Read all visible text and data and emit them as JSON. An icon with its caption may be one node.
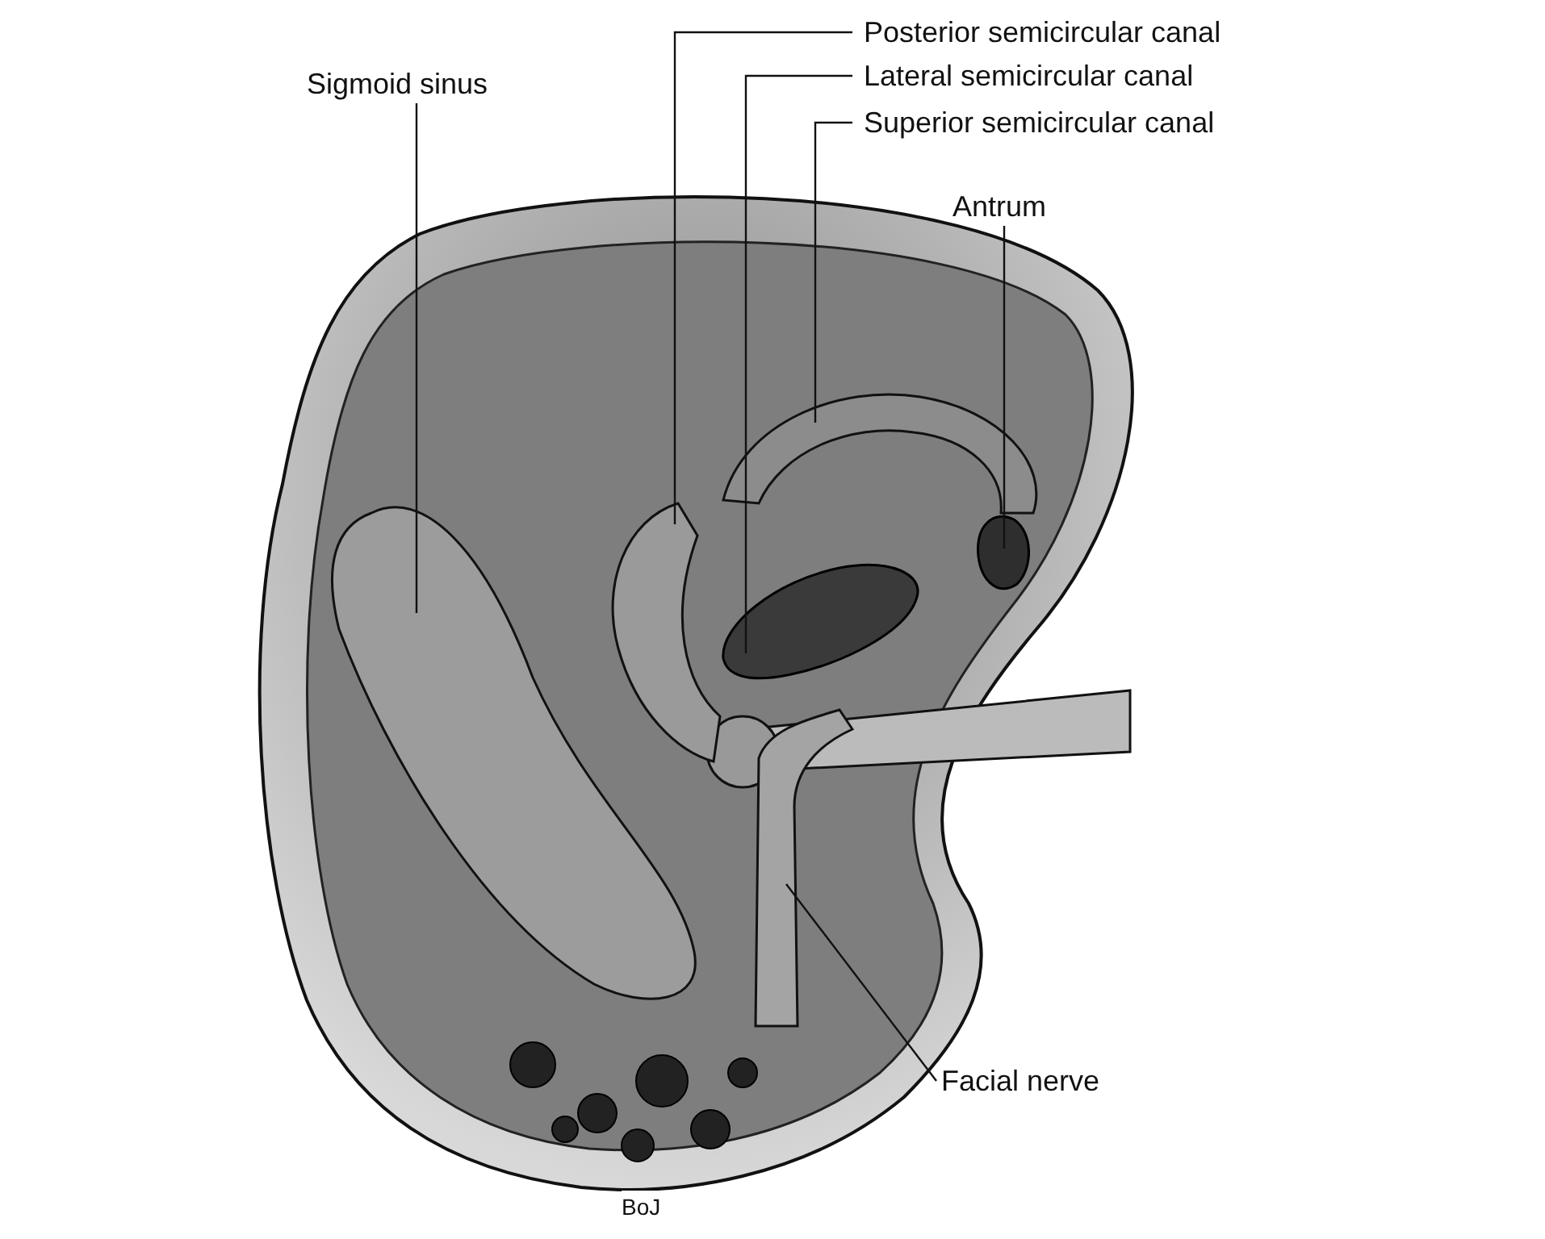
{
  "diagram": {
    "nodes": [
      {
        "text": [
          "Posterior semicircular canal"
        ]
      },
      {
        "text": [
          "Lateral semicircular canal"
        ]
      },
      {
        "text": [
          "Superior semicircular canal"
        ]
      },
      {
        "text": [
          "Sigmoid sinus"
        ]
      },
      {
        "text": [
          "Antrum"
        ]
      },
      {
        "text": [
          "Facial nerve"
        ]
      },
      {
        "text": [],
        "shape": "bar"
      },
      {
        "text": [],
        "shape": "circle"
      },
      {
        "text": [],
        "shape": "bar"
      },
      {
        "text": [],
        "shape": "bar"
      },
      {
        "text": [],
        "shape": "circle"
      },
      {
        "text": [],
        "shape": "bar"
      }
    ],
    "edges": [
      {
        "from": 0,
        "to": 6,
        "arrow": "none"
      },
      {
        "from": 1,
        "to": 7,
        "arrow": "none"
      },
      {
        "from": 2,
        "to": 8,
        "arrow": "none"
      },
      {
        "from": 3,
        "to": 9,
        "arrow": "none"
      },
      {
        "from": 4,
        "to": 10,
        "arrow": "none"
      },
      {
        "from": 5,
        "to": 11,
        "arrow": "none"
      }
    ],
    "labels": [
      "BoJ"
    ]
  }
}
